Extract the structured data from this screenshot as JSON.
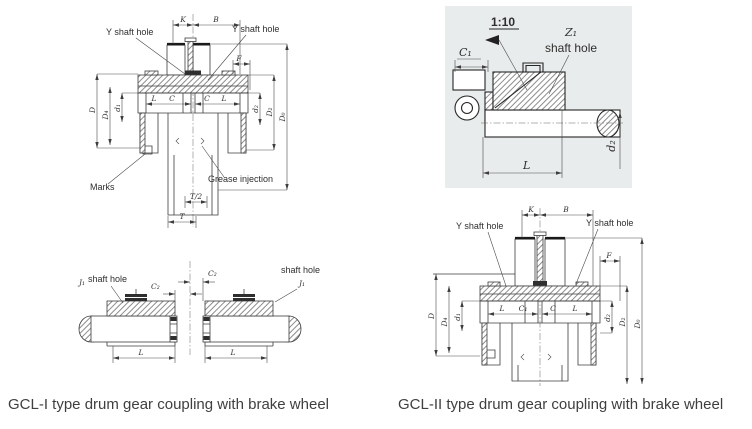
{
  "page": {
    "background": "#ffffff",
    "line_color": "#3d3d3d",
    "detail_bg": "#e9ecec"
  },
  "captions": {
    "gcl1": "GCL-I type drum gear coupling with brake wheel",
    "gcl2": "GCL-II type drum gear coupling with brake wheel"
  },
  "gcl1_section": {
    "labels": {
      "k": "K",
      "b": "B",
      "y_shaft_hole_left": "Y shaft hole",
      "y_shaft_hole_right": "Y shaft hole",
      "f": "F",
      "d_outer": "D",
      "d4": "D₄",
      "d1": "d₁",
      "l_left": "L",
      "c_left": "C",
      "c_right": "C",
      "l_right": "L",
      "d2": "d₂",
      "d2_cap": "D₂",
      "d0": "D₀",
      "marks": "Marks",
      "grease": "Grease injection",
      "t_half": "T/2",
      "t": "T"
    }
  },
  "taper_detail": {
    "labels": {
      "taper_ratio": "1:10",
      "c1": "C₁",
      "z1": "Z₁",
      "shaft_hole": "shaft hole",
      "l": "L",
      "d2": "d₂"
    }
  },
  "j1_view": {
    "labels": {
      "j1_left": "J₁",
      "shaft_hole_left": "shaft hole",
      "c2_left": "C₂",
      "c2_right": "C₂",
      "shaft_hole_right": "shaft hole",
      "j1_right": "J₁",
      "l_left": "L",
      "l_right": "L"
    }
  },
  "gcl2_section": {
    "labels": {
      "k": "K",
      "b": "B",
      "y_shaft_hole_left": "Y shaft hole",
      "y_shaft_hole_right": "Y shaft hole",
      "f": "F",
      "d_outer": "D",
      "d4": "D₄",
      "d1": "d₁",
      "l_left": "L",
      "c1": "C₁",
      "c": "C",
      "l_right": "L",
      "d2": "d₂",
      "d2_cap": "D₂",
      "d0": "D₀"
    }
  }
}
